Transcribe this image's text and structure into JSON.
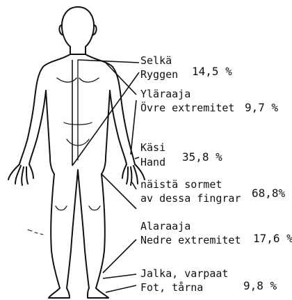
{
  "labels": [
    {
      "fi": "Selkä",
      "sv": "Ryggen",
      "percent": "14,5 %"
    },
    {
      "fi": "Yläraaja",
      "sv": "Övre extremitet",
      "percent": "9,7 %"
    },
    {
      "fi": "Käsi",
      "sv": "Hand",
      "percent": "35,8 %"
    },
    {
      "fi": "näistä sormet",
      "sv": "av dessa fingrar",
      "percent": "68,8%"
    },
    {
      "fi": "Alaraaja",
      "sv": "Nedre extremitet",
      "percent": "17,6 %"
    },
    {
      "fi": "Jalka, varpaat",
      "sv": "Fot, tårna",
      "percent": "9,8 %"
    }
  ]
}
